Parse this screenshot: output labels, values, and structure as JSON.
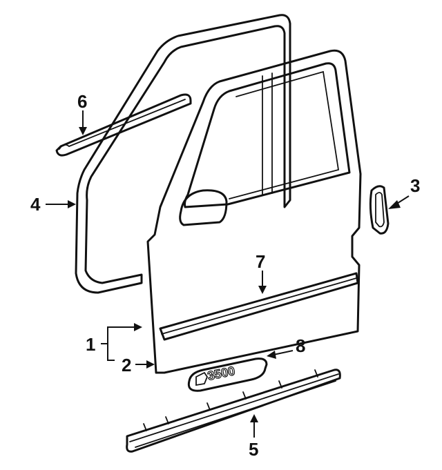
{
  "diagram": {
    "callouts": [
      {
        "id": "1",
        "label": "1"
      },
      {
        "id": "2",
        "label": "2"
      },
      {
        "id": "3",
        "label": "3"
      },
      {
        "id": "4",
        "label": "4"
      },
      {
        "id": "5",
        "label": "5"
      },
      {
        "id": "6",
        "label": "6"
      },
      {
        "id": "7",
        "label": "7"
      },
      {
        "id": "8",
        "label": "8"
      }
    ],
    "emblem_text": "3500",
    "colors": {
      "ink": "#111111",
      "background": "#ffffff"
    }
  }
}
